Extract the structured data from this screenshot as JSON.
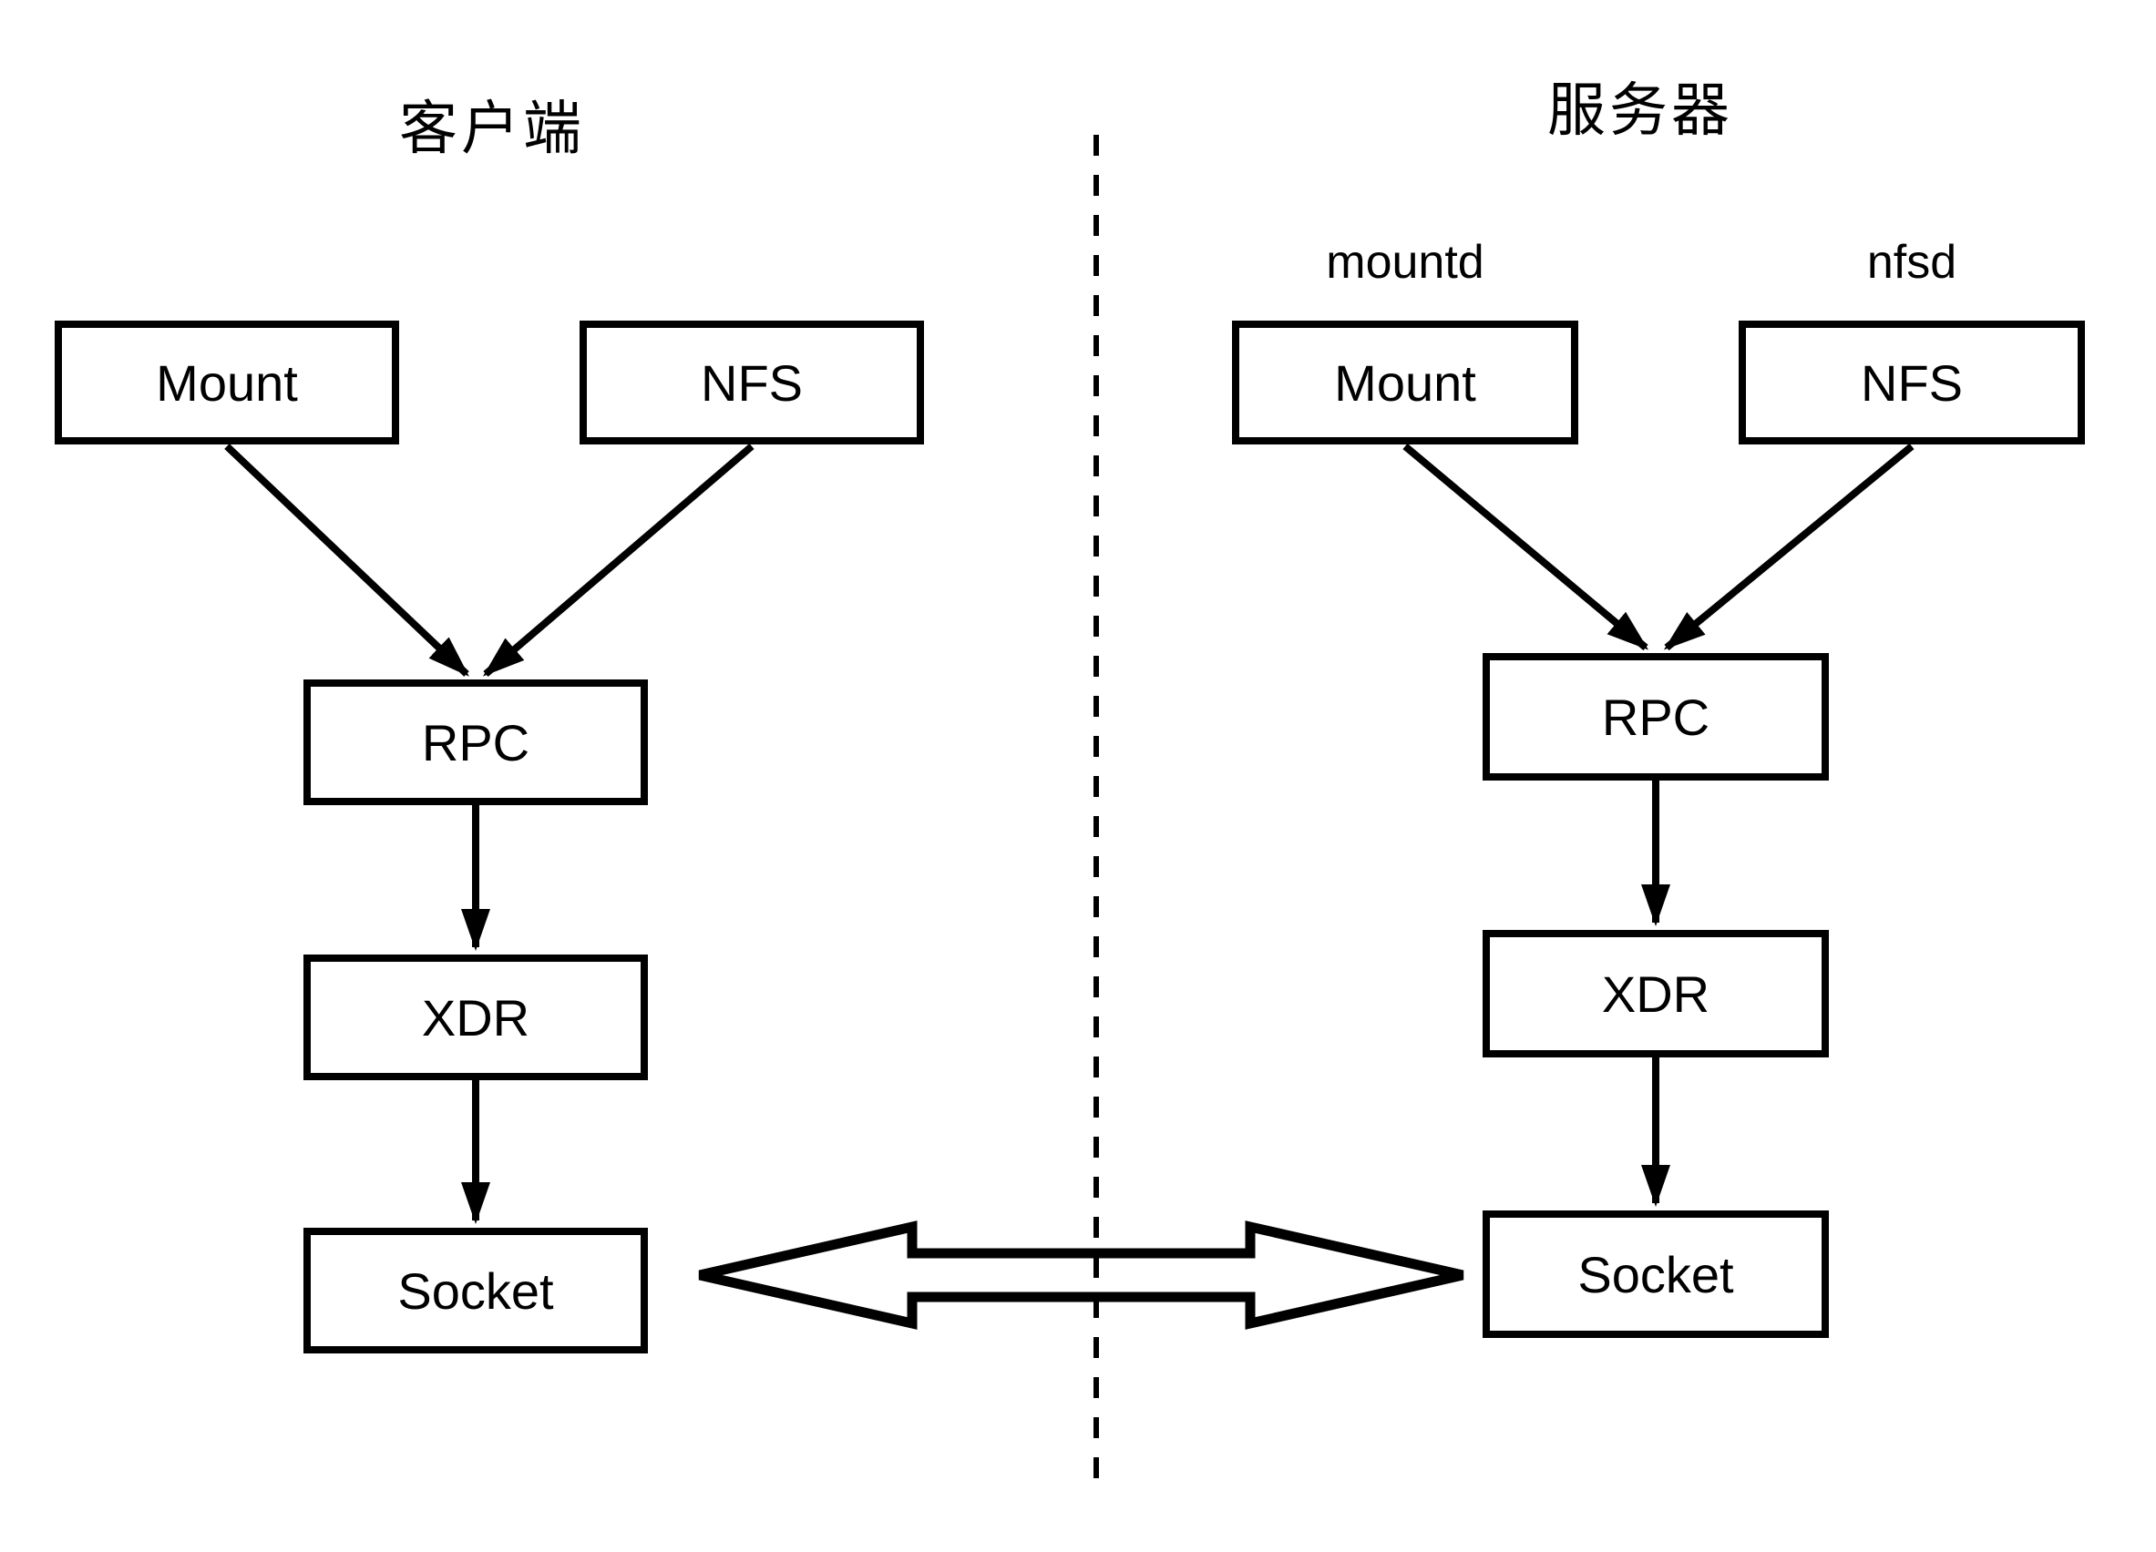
{
  "diagram": {
    "client": {
      "title": "客户端",
      "boxes": {
        "mount": "Mount",
        "nfs": "NFS",
        "rpc": "RPC",
        "xdr": "XDR",
        "socket": "Socket"
      }
    },
    "server": {
      "title": "服务器",
      "daemon_labels": {
        "mountd": "mountd",
        "nfsd": "nfsd"
      },
      "boxes": {
        "mount": "Mount",
        "nfs": "NFS",
        "rpc": "RPC",
        "xdr": "XDR",
        "socket": "Socket"
      }
    },
    "colors": {
      "stroke": "#000000",
      "background": "#ffffff"
    }
  }
}
